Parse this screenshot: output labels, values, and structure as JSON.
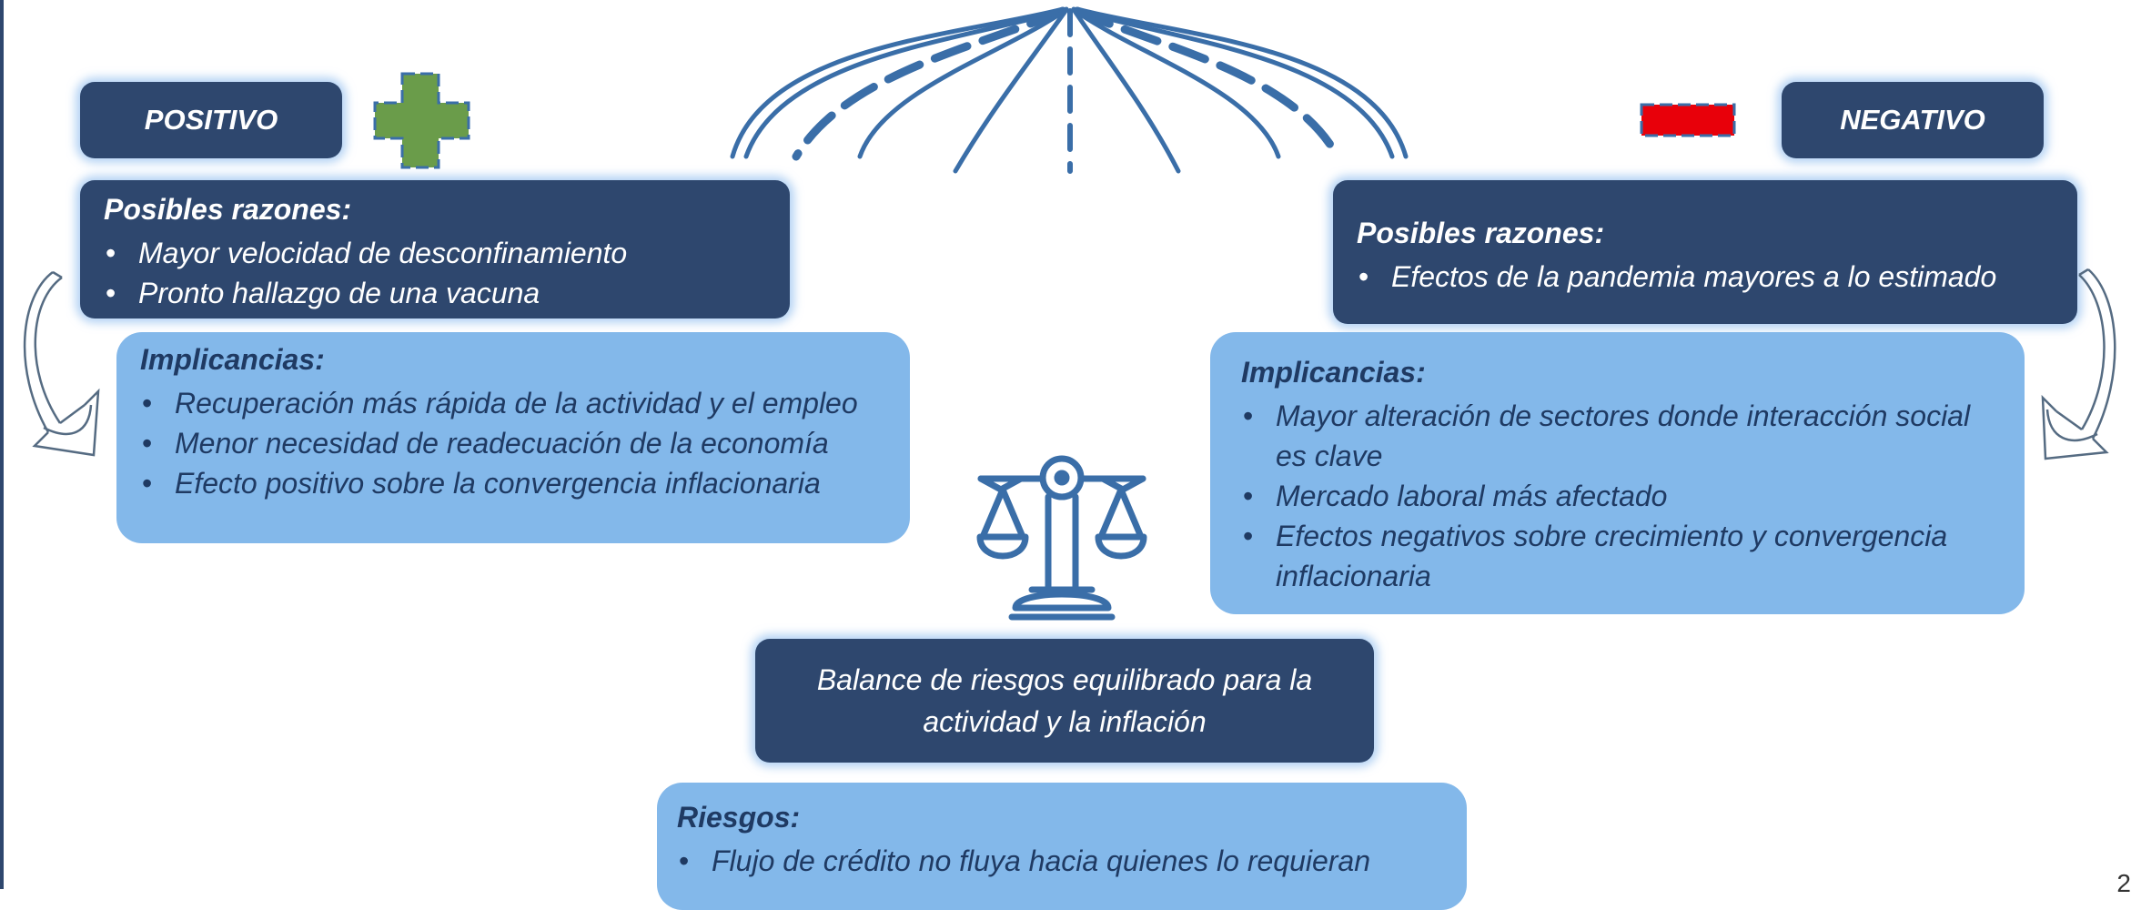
{
  "positive": {
    "label": "POSITIVO",
    "reasons": {
      "title": "Posibles razones:",
      "items": [
        "Mayor velocidad de desconfinamiento",
        "Pronto hallazgo de una vacuna"
      ]
    },
    "implications": {
      "title": "Implicancias:",
      "items": [
        "Recuperación más rápida de la actividad y el empleo",
        "Menor necesidad de readecuación de la economía",
        "Efecto positivo sobre la convergencia inflacionaria"
      ]
    }
  },
  "negative": {
    "label": "NEGATIVO",
    "reasons": {
      "title": "Posibles razones:",
      "items": [
        "Efectos de la pandemia mayores a lo estimado"
      ]
    },
    "implications": {
      "title": "Implicancias:",
      "items": [
        "Mayor alteración de sectores donde interacción social es clave",
        "Mercado laboral más afectado",
        "Efectos negativos sobre crecimiento y convergencia inflacionaria"
      ]
    }
  },
  "balance": {
    "text": "Balance de riesgos equilibrado para la actividad y la inflación"
  },
  "risks": {
    "title": "Riesgos:",
    "items": [
      "Flujo de crédito no fluya hacia quienes lo requieran"
    ]
  },
  "page_number": "2",
  "icons": {
    "plus": "plus-icon",
    "minus": "minus-icon",
    "roads": "diverging-roads-icon",
    "scale": "balance-scale-icon",
    "left_arrow": "curved-arrow-down-left-icon",
    "right_arrow": "curved-arrow-down-right-icon"
  },
  "colors": {
    "dark_box": "#2e476e",
    "light_box": "#83b8ea",
    "plus": "#6a9c4a",
    "minus": "#e8000a",
    "icon_line": "#3a6ea8"
  }
}
